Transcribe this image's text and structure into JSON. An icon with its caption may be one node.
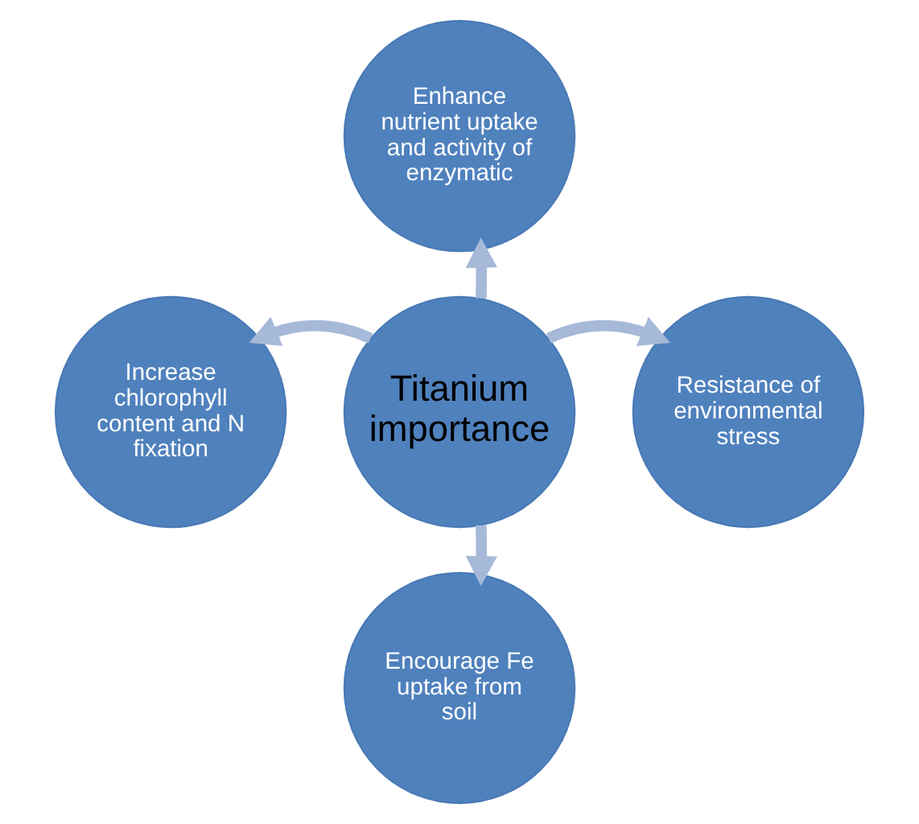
{
  "diagram": {
    "nodes": [
      {
        "text": [
          "Enhance nutrient uptake and activity of enzymatic"
        ]
      },
      {
        "text": [
          "Increase chlorophyll content and N fixation"
        ]
      },
      {
        "text": [
          "Titanium importance"
        ]
      },
      {
        "text": [
          "Resistance of environmental stress"
        ]
      },
      {
        "text": [
          "Encourage Fe uptake from soil"
        ]
      }
    ],
    "edges": [
      {
        "from": 2,
        "to": 0,
        "arrow": "to"
      },
      {
        "from": 2,
        "to": 3,
        "arrow": "to"
      },
      {
        "from": 2,
        "to": 4,
        "arrow": "to"
      },
      {
        "from": 2,
        "to": 1,
        "arrow": "to"
      }
    ]
  }
}
